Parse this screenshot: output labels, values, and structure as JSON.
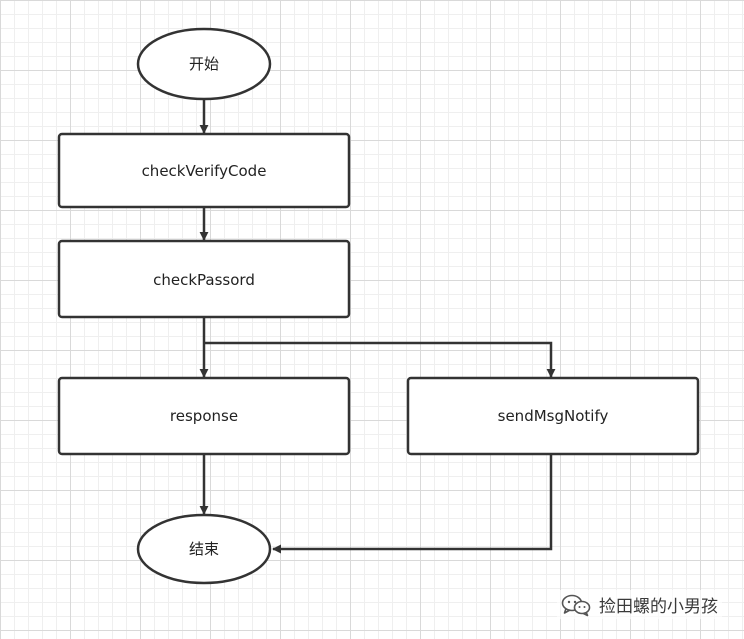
{
  "nodes": {
    "start": "开始",
    "check_verify_code": "checkVerifyCode",
    "check_password": "checkPassord",
    "response": "response",
    "send_msg_notify": "sendMsgNotify",
    "end": "结束"
  },
  "watermark": {
    "icon": "wechat-icon",
    "text": "捡田螺的小男孩"
  },
  "colors": {
    "stroke": "#333333",
    "background": "#ffffff",
    "grid": "#d9d9d9"
  }
}
